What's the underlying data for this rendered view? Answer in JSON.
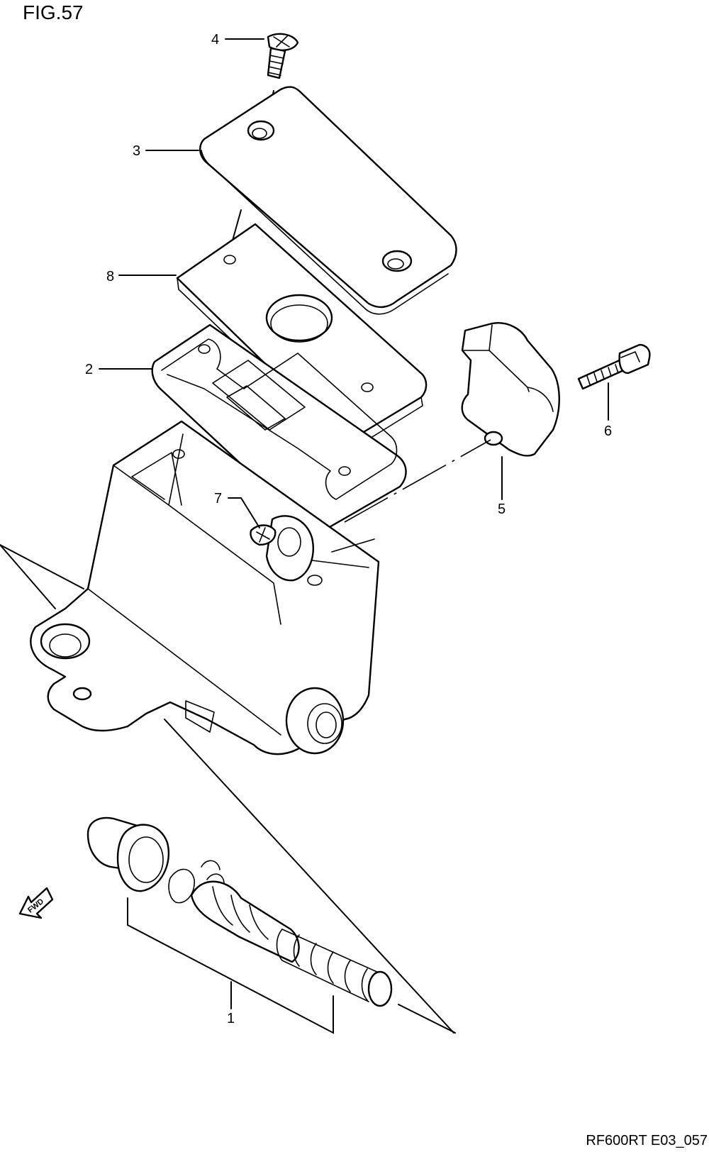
{
  "figure": {
    "title": "FIG.57",
    "code": "RF600RT E03_057"
  },
  "callouts": [
    {
      "id": "c1",
      "text": "1"
    },
    {
      "id": "c2",
      "text": "2"
    },
    {
      "id": "c3",
      "text": "3"
    },
    {
      "id": "c4",
      "text": "4"
    },
    {
      "id": "c5",
      "text": "5"
    },
    {
      "id": "c6",
      "text": "6"
    },
    {
      "id": "c7",
      "text": "7"
    },
    {
      "id": "c8",
      "text": "8"
    }
  ],
  "direction_arrow": {
    "text": "FWD"
  }
}
